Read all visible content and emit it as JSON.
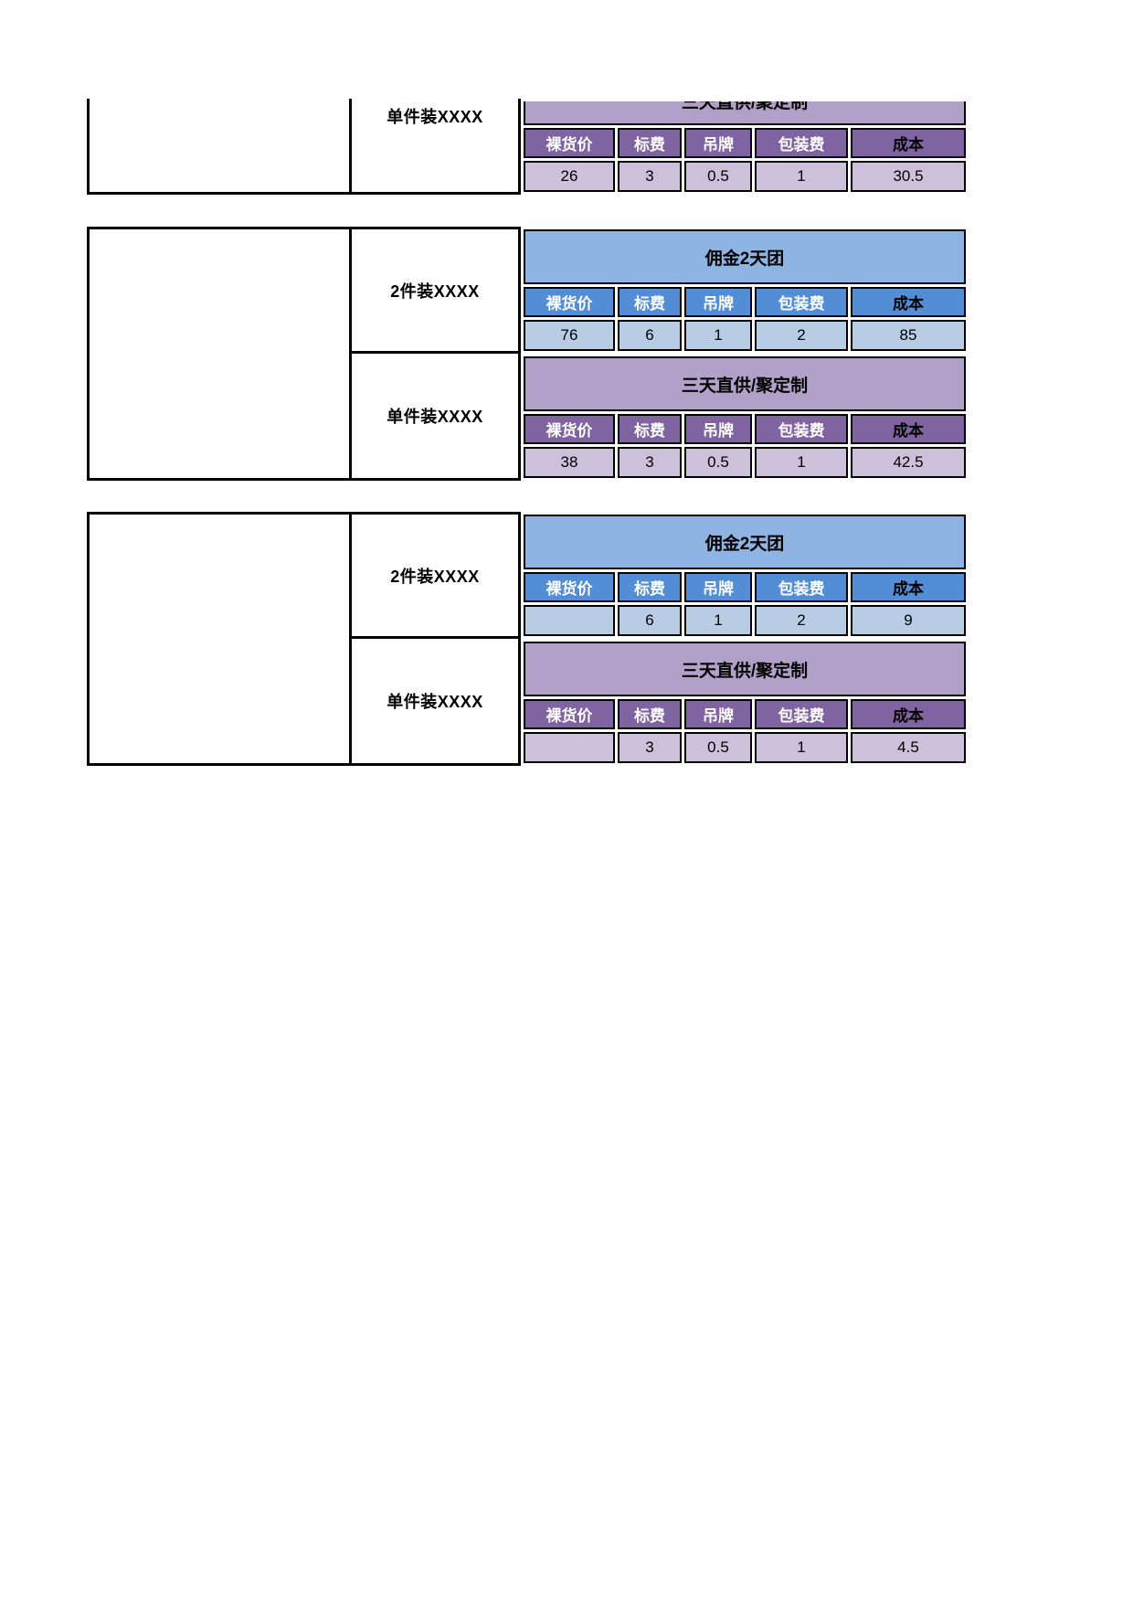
{
  "page": {
    "background": "#ffffff"
  },
  "colors": {
    "border": "#000000",
    "blue_band": "#8db4e2",
    "blue_header": "#538dd5",
    "blue_value": "#b8cce4",
    "purple_band": "#b1a0c7",
    "purple_header": "#8064a2",
    "purple_value": "#ccc0da",
    "cost_cell_bg": "#ffffff",
    "header_text": "#ffffff",
    "body_text": "#000000"
  },
  "table": {
    "columns": [
      "裸货价",
      "标费",
      "吊牌",
      "包装费"
    ],
    "cost_header": "成本"
  },
  "blocks": [
    {
      "clipped_top": true,
      "sections": [
        {
          "product": "单件装XXXX",
          "scheme": "purple",
          "band": "三天直供/聚定制",
          "values": [
            "26",
            "3",
            "0.5",
            "1"
          ],
          "cost": "30.5"
        }
      ]
    },
    {
      "sections": [
        {
          "product": "2件装XXXX",
          "scheme": "blue",
          "band": "佣金2天团",
          "values": [
            "76",
            "6",
            "1",
            "2"
          ],
          "cost": "85"
        },
        {
          "product": "单件装XXXX",
          "scheme": "purple",
          "band": "三天直供/聚定制",
          "values": [
            "38",
            "3",
            "0.5",
            "1"
          ],
          "cost": "42.5"
        }
      ]
    },
    {
      "sections": [
        {
          "product": "2件装XXXX",
          "scheme": "blue",
          "band": "佣金2天团",
          "values": [
            "",
            "6",
            "1",
            "2"
          ],
          "cost": "9"
        },
        {
          "product": "单件装XXXX",
          "scheme": "purple",
          "band": "三天直供/聚定制",
          "values": [
            "",
            "3",
            "0.5",
            "1"
          ],
          "cost": "4.5"
        }
      ]
    }
  ]
}
